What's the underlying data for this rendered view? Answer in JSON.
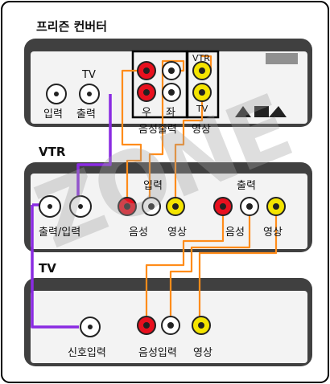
{
  "colors": {
    "frame": "#000000",
    "device_dark": "#404040",
    "device_body": "#f3f3f3",
    "cable_purple": "#8a2be2",
    "cable_orange": "#ff8c1a",
    "jack_red": "#e8101e",
    "jack_white": "#ffffff",
    "jack_yellow": "#f4e400"
  },
  "watermark": "ZONE",
  "converter": {
    "title": "프리즌 컨버터",
    "rf_input_label": "입력",
    "tv_out_top": "TV",
    "tv_out_bottom": "출력",
    "right_label": "우",
    "left_label": "좌",
    "vtr_label": "VTR",
    "tv_label": "TV",
    "audio_out_label": "음성출력",
    "video_label": "영상"
  },
  "vtr": {
    "title": "VTR",
    "input_header": "입력",
    "output_header": "출력",
    "rf_label": "출력/입력",
    "in_audio_label": "음성",
    "in_video_label": "영상",
    "out_audio_label": "음성",
    "out_video_label": "영상"
  },
  "tv": {
    "title": "TV",
    "signal_input_label": "신호입력",
    "audio_input_label": "음성입력",
    "video_label": "영상"
  }
}
